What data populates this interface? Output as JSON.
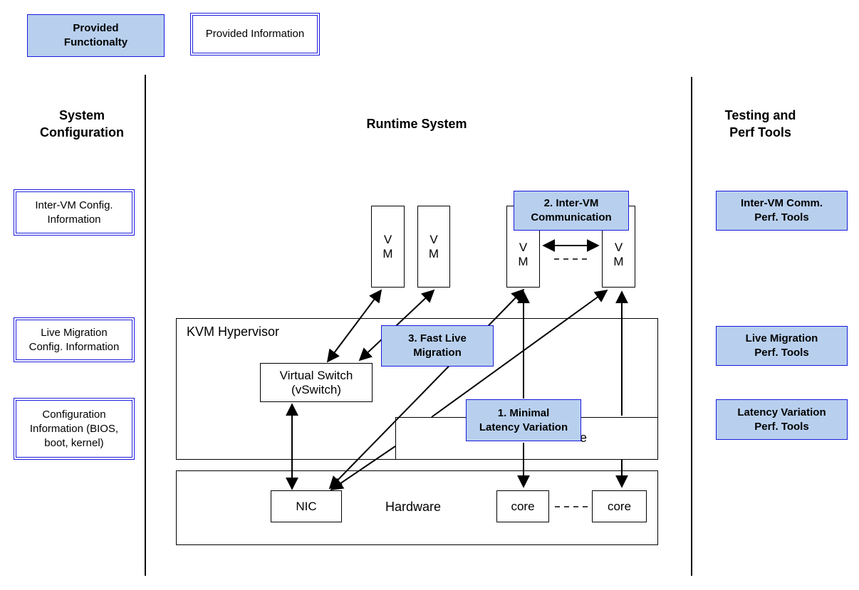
{
  "legend": {
    "functionality": "Provided\nFunctionalty",
    "information": "Provided Information"
  },
  "columns": {
    "left": "System\nConfiguration",
    "middle": "Runtime System",
    "right": "Testing and\nPerf Tools"
  },
  "config_items": [
    "Inter-VM Config.\nInformation",
    "Live Migration\nConfig. Information",
    "Configuration\nInformation (BIOS,\nboot, kernel)"
  ],
  "tools": [
    "Inter-VM Comm.\nPerf. Tools",
    "Live Migration\nPerf. Tools",
    "Latency Variation\nPerf. Tools"
  ],
  "runtime": {
    "vm_label": "V\nM",
    "hypervisor": "KVM Hypervisor",
    "vswitch": "Virtual Switch\n(vSwitch)",
    "hidden_suffix": "e",
    "hardware": "Hardware",
    "nic": "NIC",
    "core": "core"
  },
  "functionalities": {
    "inter_vm": "2. Inter-VM\nCommunication",
    "live_migration": "3. Fast Live\nMigration",
    "latency": "1. Minimal\nLatency Variation"
  },
  "colors": {
    "functionality_fill": "#b8d0ee",
    "functionality_border": "#1a1adc",
    "information_border": "#1a1adc"
  }
}
